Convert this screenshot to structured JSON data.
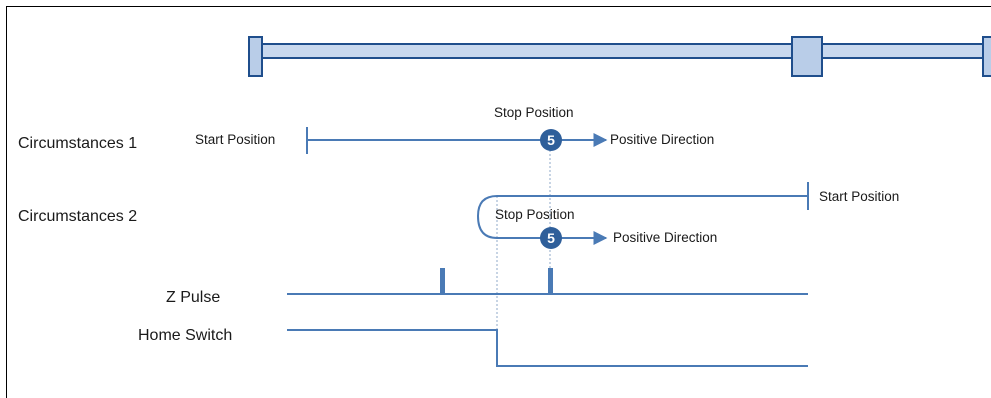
{
  "circumstances": [
    {
      "label": "Circumstances 1",
      "start": "Start Position",
      "stop": "Stop Position",
      "direction": "Positive Direction",
      "step": "5"
    },
    {
      "label": "Circumstances 2",
      "start": "Start Position",
      "stop": "Stop Position",
      "direction": "Positive Direction",
      "step": "5"
    }
  ],
  "signals": {
    "z_pulse": "Z Pulse",
    "home_switch": "Home Switch"
  },
  "colors": {
    "line": "#4a7ab5",
    "rail_fill": "#c8d8ee",
    "rail_stroke": "#1f4e8c",
    "badge": "#2f5f9a"
  }
}
